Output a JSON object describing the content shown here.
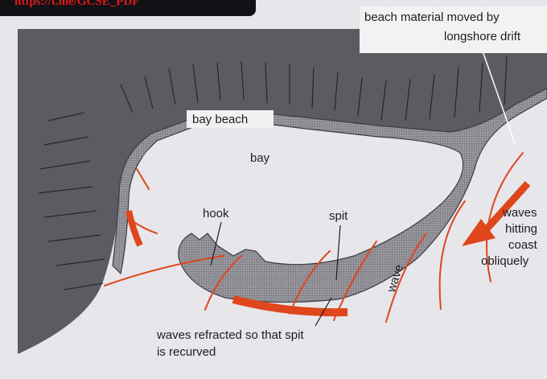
{
  "watermark": {
    "url_text": "https://t.me/GCSE_PDF"
  },
  "labels": {
    "drift_line1": "beach material moved by",
    "drift_line2": "longshore drift",
    "bay_beach": "bay beach",
    "bay": "bay",
    "hook": "hook",
    "spit": "spit",
    "waves_coast_1": "waves",
    "waves_coast_2": "hitting",
    "waves_coast_3": "coast",
    "waves_coast_4": "obliquely",
    "wave": "wave",
    "refracted_1": "waves refracted so that spit",
    "refracted_2": "is recurved"
  },
  "colors": {
    "land": "#5c5b62",
    "sand": "#8c8b92",
    "sea": "#e7e6ea",
    "arrow": "#e0461b",
    "text": "#1d1d22"
  }
}
